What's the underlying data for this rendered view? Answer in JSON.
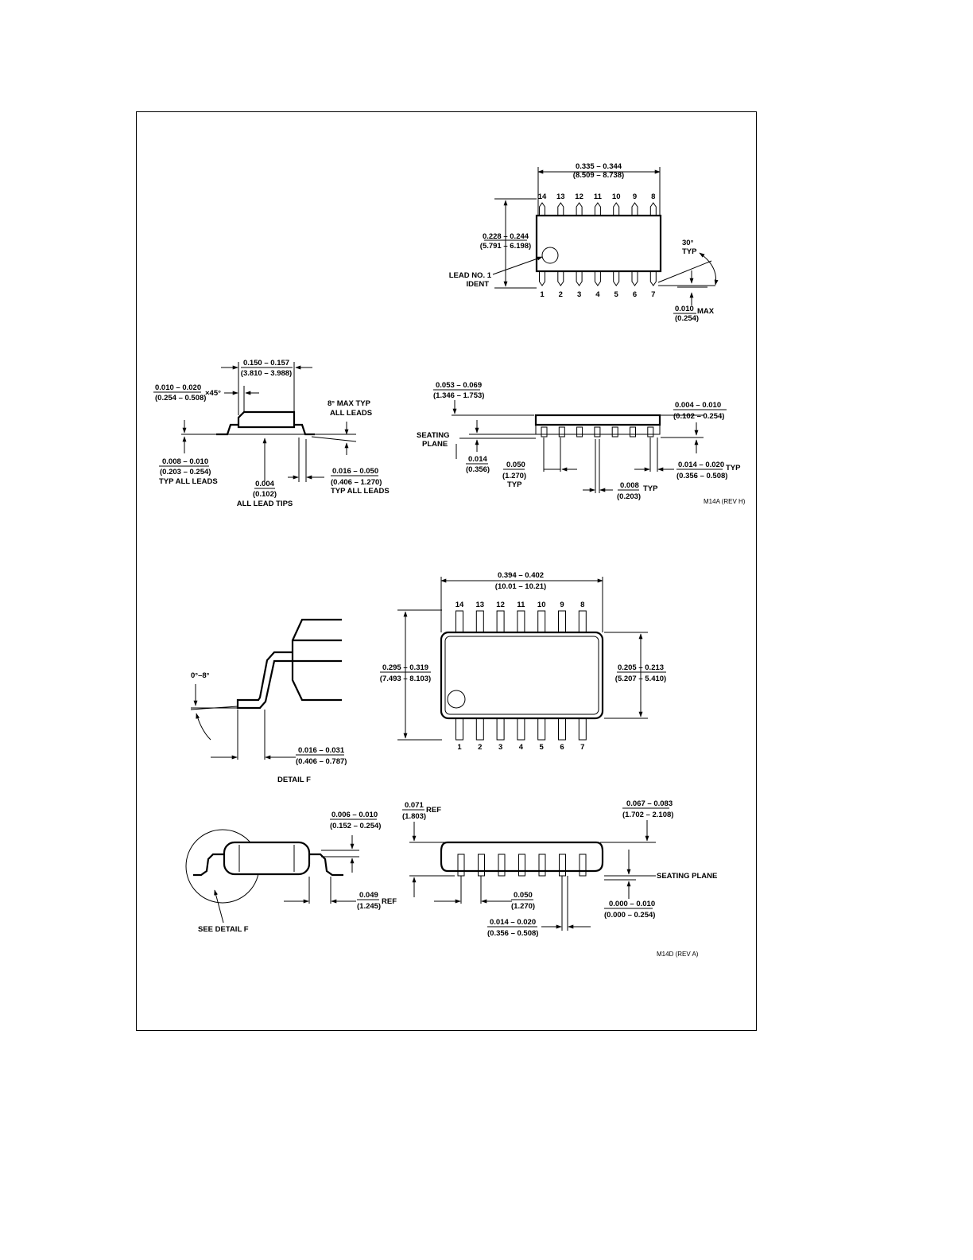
{
  "colors": {
    "ink": "#000000",
    "paper": "#ffffff"
  },
  "pkg1_top": {
    "width_in": "0.335 – 0.344",
    "width_mm": "(8.509 – 8.738)",
    "top_pins": [
      "14",
      "13",
      "12",
      "11",
      "10",
      "9",
      "8"
    ],
    "bottom_pins": [
      "1",
      "2",
      "3",
      "4",
      "5",
      "6",
      "7"
    ],
    "height_in": "0.228 – 0.244",
    "height_mm": "(5.791 – 6.198)",
    "lead_ident_1": "LEAD NO. 1",
    "lead_ident_2": "IDENT",
    "angle_1": "30°",
    "angle_2": "TYP",
    "max_in": "0.010",
    "max_word": "MAX",
    "max_mm": "(0.254)"
  },
  "pkg1_end": {
    "width_in": "0.150 – 0.157",
    "width_mm": "(3.810 – 3.988)",
    "chamfer_in": "0.010 – 0.020",
    "chamfer_mm": "(0.254 – 0.508)",
    "chamfer_angle": "×45°",
    "max_1": "8° MAX TYP",
    "max_2": "ALL LEADS",
    "lead_thk_in": "0.008 – 0.010",
    "lead_thk_mm": "(0.203 – 0.254)",
    "lead_thk_note": "TYP ALL LEADS",
    "tip_in": "0.004",
    "tip_mm": "(0.102)",
    "tip_note": "ALL LEAD TIPS",
    "foot_in": "0.016 – 0.050",
    "foot_mm": "(0.406 – 1.270)",
    "foot_note": "TYP ALL LEADS"
  },
  "pkg1_side": {
    "height_in": "0.053 – 0.069",
    "height_mm": "(1.346 – 1.753)",
    "standoff_in": "0.004 – 0.010",
    "standoff_mm": "(0.102 – 0.254)",
    "seat_1": "SEATING",
    "seat_2": "PLANE",
    "lead_in": "0.014",
    "lead_mm": "(0.356)",
    "pitch_in": "0.050",
    "pitch_mm": "(1.270)",
    "pitch_note": "TYP",
    "width_in": "0.014 – 0.020",
    "width_word": "TYP",
    "width_mm": "(0.356 – 0.508)",
    "pad_in": "0.008",
    "pad_word": "TYP",
    "pad_mm": "(0.203)",
    "rev": "M14A (REV H)"
  },
  "pkg2_top": {
    "width_in": "0.394 – 0.402",
    "width_mm": "(10.01 – 10.21)",
    "top_pins": [
      "14",
      "13",
      "12",
      "11",
      "10",
      "9",
      "8"
    ],
    "bottom_pins": [
      "1",
      "2",
      "3",
      "4",
      "5",
      "6",
      "7"
    ],
    "height_in": "0.295 – 0.319",
    "height_mm": "(7.493 – 8.103)",
    "body_in": "0.205 – 0.213",
    "body_mm": "(5.207 – 5.410)"
  },
  "detail_f": {
    "angle": "0°–8°",
    "foot_in": "0.016 – 0.031",
    "foot_mm": "(0.406 – 0.787)",
    "title": "DETAIL F"
  },
  "pkg2_end": {
    "lead_in": "0.006 – 0.010",
    "lead_mm": "(0.152 – 0.254)",
    "ref_in": "0.049",
    "ref_mm": "(1.245)",
    "ref_word": "REF",
    "see": "SEE DETAIL F"
  },
  "pkg2_side": {
    "ref_in": "0.071",
    "ref_mm": "(1.803)",
    "ref_word": "REF",
    "height_in": "0.067 – 0.083",
    "height_mm": "(1.702 – 2.108)",
    "seat": "SEATING PLANE",
    "pitch_in": "0.050",
    "pitch_mm": "(1.270)",
    "standoff_in": "0.000 – 0.010",
    "standoff_mm": "(0.000 – 0.254)",
    "width_in": "0.014 – 0.020",
    "width_mm": "(0.356 – 0.508)",
    "rev": "M14D (REV A)"
  }
}
